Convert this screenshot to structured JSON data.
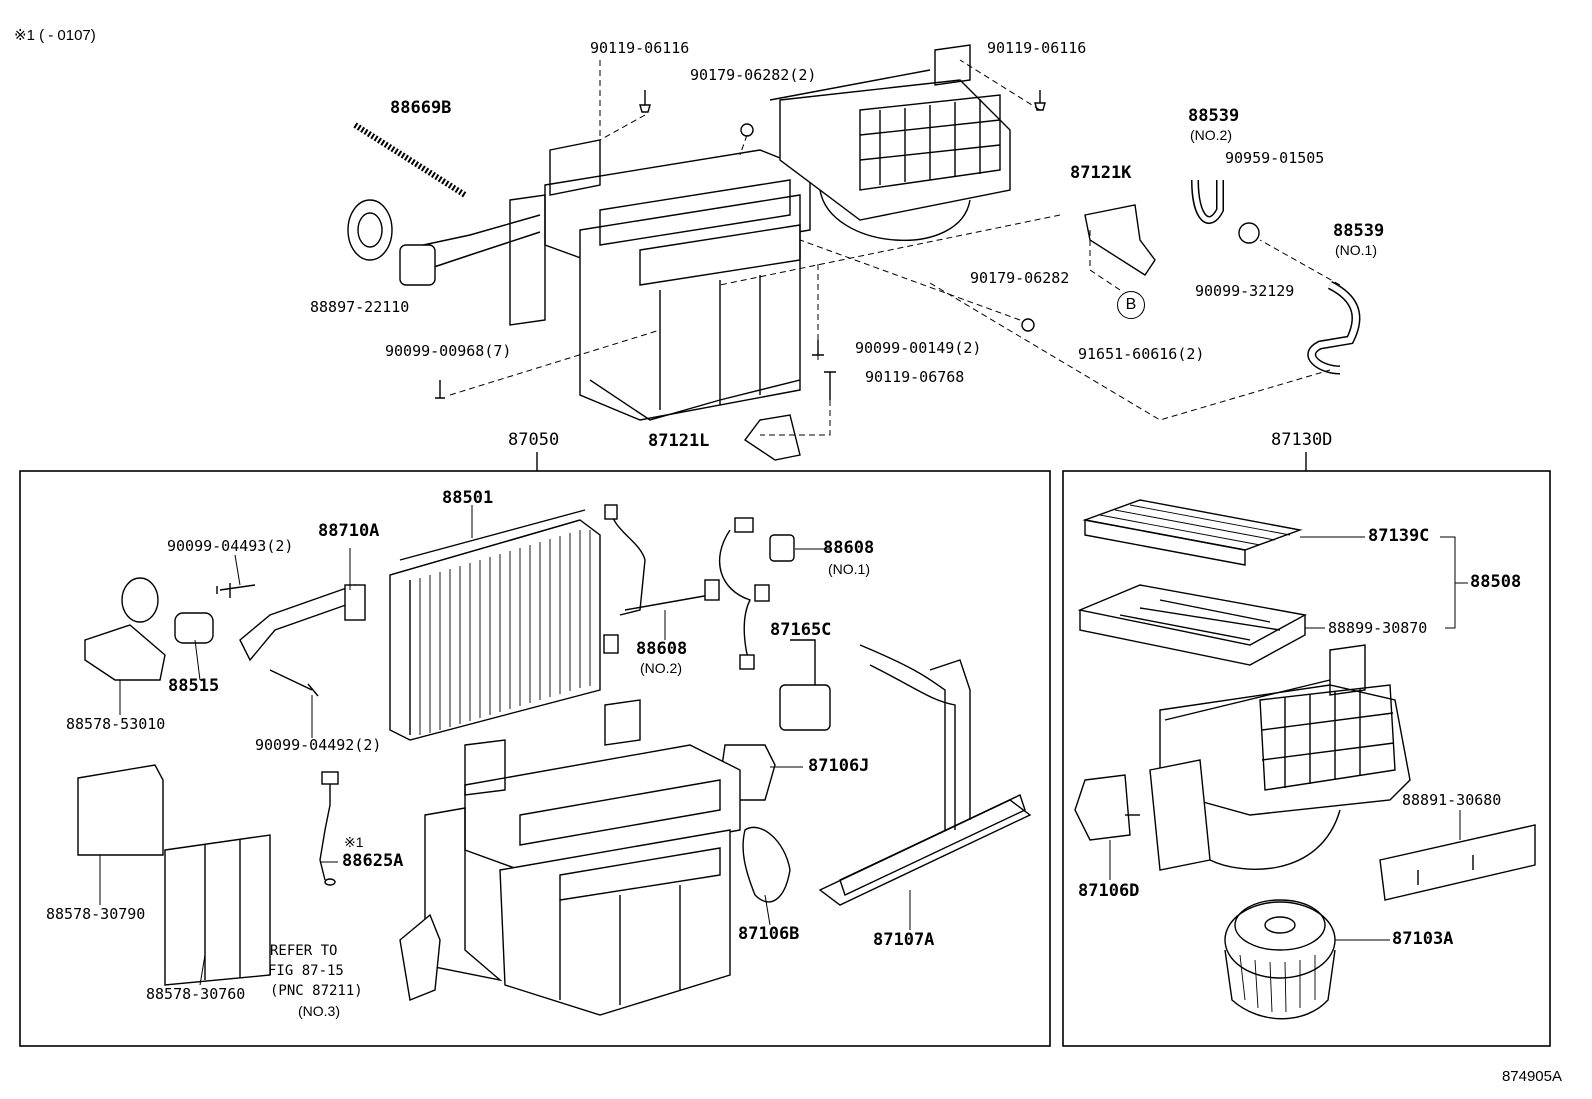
{
  "header_note": "※1 (    - 0107)",
  "figure_id": "874905A",
  "group_labels": {
    "left_box": "87050",
    "right_box": "87130D"
  },
  "callout_b": "B",
  "parts": {
    "p_88669B": "88669B",
    "p_88897_22110": "88897-22110",
    "p_90099_00968": "90099-00968(7)",
    "p_90119_06116_a": "90119-06116",
    "p_90179_06282_2": "90179-06282(2)",
    "p_90119_06116_b": "90119-06116",
    "p_87121K": "87121K",
    "p_90179_06282": "90179-06282",
    "p_91651_60616": "91651-60616(2)",
    "p_90099_00149": "90099-00149(2)",
    "p_90119_06768": "90119-06768",
    "p_87121L": "87121L",
    "p_88539_no2": "88539",
    "p_88539_no2_sub": "(NO.2)",
    "p_90959_01505": "90959-01505",
    "p_88539_no1": "88539",
    "p_88539_no1_sub": "(NO.1)",
    "p_90099_32129": "90099-32129",
    "p_88501": "88501",
    "p_88710A": "88710A",
    "p_90099_04493": "90099-04493(2)",
    "p_88515": "88515",
    "p_88578_53010": "88578-53010",
    "p_90099_04492": "90099-04492(2)",
    "p_88608_no2": "88608",
    "p_88608_no2_sub": "(NO.2)",
    "p_88608_no1": "88608",
    "p_88608_no1_sub": "(NO.1)",
    "p_87165C": "87165C",
    "p_87106J": "87106J",
    "p_87106B": "87106B",
    "p_87107A": "87107A",
    "p_88578_30790": "88578-30790",
    "p_88578_30760": "88578-30760",
    "p_88625A_note": "※1",
    "p_88625A": "88625A",
    "p_87139C": "87139C",
    "p_88508": "88508",
    "p_88899_30870": "88899-30870",
    "p_88891_30680": "88891-30680",
    "p_87106D": "87106D",
    "p_87103A": "87103A"
  },
  "reference_note": {
    "line1": "REFER TO",
    "line2": "FIG 87-15",
    "line3": "(PNC 87211)",
    "line4": "(NO.3)"
  }
}
